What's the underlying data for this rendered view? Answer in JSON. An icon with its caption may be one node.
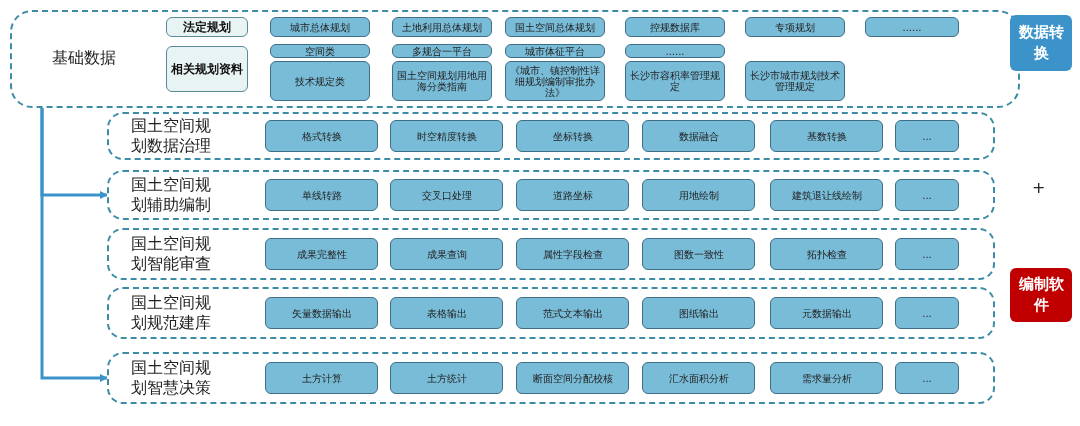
{
  "diagram": {
    "nodes": [
      {
        "text": [
          "基础数据"
        ]
      },
      {
        "text": [
          "法定规划"
        ],
        "in": 0
      },
      {
        "text": [
          "城市总体规划"
        ],
        "in": 0
      },
      {
        "text": [
          "土地利用总体规划"
        ],
        "in": 0
      },
      {
        "text": [
          "国土空间总体规划"
        ],
        "in": 0
      },
      {
        "text": [
          "控规数据库"
        ],
        "in": 0
      },
      {
        "text": [
          "专项规划"
        ],
        "in": 0
      },
      {
        "text": [
          "......"
        ],
        "in": 0
      },
      {
        "text": [
          "相关规划资料"
        ],
        "in": 0
      },
      {
        "text": [
          "空间类"
        ],
        "in": 0
      },
      {
        "text": [
          "多规合一平台"
        ],
        "in": 0
      },
      {
        "text": [
          "城市体征平台"
        ],
        "in": 0
      },
      {
        "text": [
          "......"
        ],
        "in": 0
      },
      {
        "text": [
          "技术规定类"
        ],
        "in": 0
      },
      {
        "text": [
          "国土空间规划用地用海分类指南"
        ],
        "in": 0
      },
      {
        "text": [
          "《城市、镇控制性详细规划编制审批办法》"
        ],
        "in": 0
      },
      {
        "text": [
          "长沙市容积率管理规定"
        ],
        "in": 0
      },
      {
        "text": [
          "长沙市城市规划技术管理规定"
        ],
        "in": 0
      },
      {
        "text": [
          "国土空间规划数据治理"
        ]
      },
      {
        "text": [
          "格式转换"
        ],
        "in": 18
      },
      {
        "text": [
          "时空精度转换"
        ],
        "in": 18
      },
      {
        "text": [
          "坐标转换"
        ],
        "in": 18
      },
      {
        "text": [
          "数据融合"
        ],
        "in": 18
      },
      {
        "text": [
          "基数转换"
        ],
        "in": 18
      },
      {
        "text": [
          "..."
        ],
        "in": 18
      },
      {
        "text": [
          "国土空间规划辅助编制"
        ]
      },
      {
        "text": [
          "单线转路"
        ],
        "in": 25
      },
      {
        "text": [
          "交叉口处理"
        ],
        "in": 25
      },
      {
        "text": [
          "道路坐标"
        ],
        "in": 25
      },
      {
        "text": [
          "用地绘制"
        ],
        "in": 25
      },
      {
        "text": [
          "建筑退让线绘制"
        ],
        "in": 25
      },
      {
        "text": [
          "..."
        ],
        "in": 25
      },
      {
        "text": [
          "国土空间规划智能审查"
        ]
      },
      {
        "text": [
          "成果完整性"
        ],
        "in": 32
      },
      {
        "text": [
          "成果查询"
        ],
        "in": 32
      },
      {
        "text": [
          "属性字段检查"
        ],
        "in": 32
      },
      {
        "text": [
          "图数一致性"
        ],
        "in": 32
      },
      {
        "text": [
          "拓扑检查"
        ],
        "in": 32
      },
      {
        "text": [
          "..."
        ],
        "in": 32
      },
      {
        "text": [
          "国土空间规划规范建库"
        ]
      },
      {
        "text": [
          "矢量数据输出"
        ],
        "in": 39
      },
      {
        "text": [
          "表格输出"
        ],
        "in": 39
      },
      {
        "text": [
          "范式文本输出"
        ],
        "in": 39
      },
      {
        "text": [
          "图纸输出"
        ],
        "in": 39
      },
      {
        "text": [
          "元数据输出"
        ],
        "in": 39
      },
      {
        "text": [
          "..."
        ],
        "in": 39
      },
      {
        "text": [
          "国土空间规划智慧决策"
        ]
      },
      {
        "text": [
          "土方计算"
        ],
        "in": 46
      },
      {
        "text": [
          "土方统计"
        ],
        "in": 46
      },
      {
        "text": [
          "断面空间分配校核"
        ],
        "in": 46
      },
      {
        "text": [
          "汇水面积分析"
        ],
        "in": 46
      },
      {
        "text": [
          "需求量分析"
        ],
        "in": 46
      },
      {
        "text": [
          "..."
        ],
        "in": 46
      },
      {
        "text": [
          "数据转换"
        ]
      },
      {
        "text": [
          "编制软件"
        ]
      }
    ],
    "edges": [
      {
        "from": 0,
        "to": 25,
        "arrow": "to"
      },
      {
        "from": 0,
        "to": 46,
        "arrow": "to"
      }
    ],
    "labels": [
      "+"
    ]
  }
}
